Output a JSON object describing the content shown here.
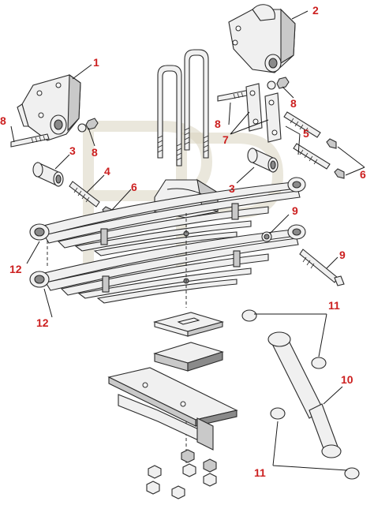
{
  "callouts": {
    "c1": "1",
    "c2": "2",
    "c3a": "3",
    "c3b": "3",
    "c4": "4",
    "c5": "5",
    "c6a": "6",
    "c6b": "6",
    "c7": "7",
    "c8a": "8",
    "c8b": "8",
    "c8c": "8",
    "c8d": "8",
    "c9a": "9",
    "c9b": "9",
    "c10": "10",
    "c11a": "11",
    "c11b": "11",
    "c12a": "12",
    "c12b": "12"
  },
  "colors": {
    "callout": "#cc1f1f",
    "line": "#2a2a2a",
    "part_fill": "#f0f0f0",
    "watermark": "#d8d4c0"
  }
}
